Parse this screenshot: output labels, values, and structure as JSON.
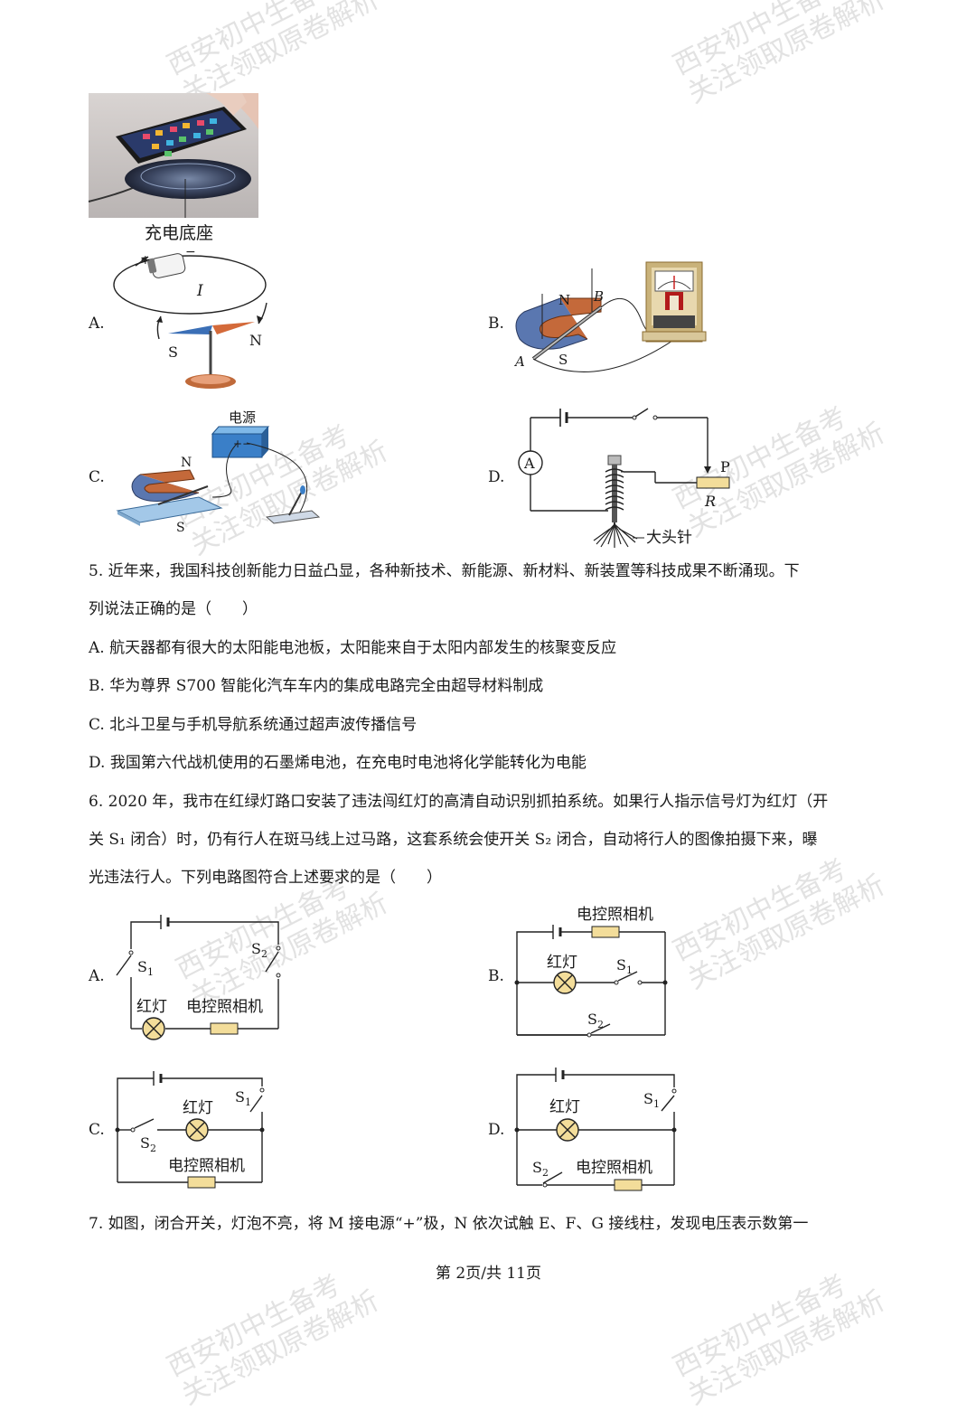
{
  "watermark": {
    "line1": "西安初中生备考",
    "line2": "关注领取原卷解析"
  },
  "q4": {
    "charger_label": "充电底座",
    "A": {
      "letter": "A.",
      "current": "I",
      "plus": "+",
      "minus": "−",
      "s": "S",
      "n": "N"
    },
    "B": {
      "letter": "B.",
      "n": "N",
      "s": "S",
      "a": "A",
      "b": "B"
    },
    "C": {
      "letter": "C.",
      "power": "电源",
      "n": "N",
      "s": "S"
    },
    "D": {
      "letter": "D.",
      "ammeter": "A",
      "p": "P",
      "r": "R",
      "pins": "大头针"
    }
  },
  "q5": {
    "stem_line1": "5. 近年来，我国科技创新能力日益凸显，各种新技术、新能源、新材料、新装置等科技成果不断涌现。下",
    "stem_line2": "列说法正确的是（　　）",
    "options": [
      "A. 航天器都有很大的太阳能电池板，太阳能来自于太阳内部发生的核聚变反应",
      "B. 华为尊界 S700 智能化汽车车内的集成电路完全由超导材料制成",
      "C. 北斗卫星与手机导航系统通过超声波传播信号",
      "D. 我国第六代战机使用的石墨烯电池，在充电时电池将化学能转化为电能"
    ]
  },
  "q6": {
    "stem_line1": "6. 2020 年，我市在红绿灯路口安装了违法闯红灯的高清自动识别抓拍系统。如果行人指示信号灯为红灯（开",
    "stem_line2": "关 S₁ 闭合）时，仍有行人在斑马线上过马路，这套系统会使开关 S₂ 闭合，自动将行人的图像拍摄下来，曝",
    "stem_line3": "光违法行人。下列电路图符合上述要求的是（　　）",
    "red_lamp": "红灯",
    "camera": "电控照相机",
    "s1": "S",
    "s1_sub": "1",
    "s2": "S",
    "s2_sub": "2",
    "letters": [
      "A.",
      "B.",
      "C.",
      "D."
    ]
  },
  "q7": {
    "stem_line1": "7. 如图，闭合开关，灯泡不亮，将 M 接电源“+”极，N 依次试触 E、F、G 接线柱，发现电压表示数第一"
  },
  "footer": {
    "page": "第 2页/共 11页"
  }
}
